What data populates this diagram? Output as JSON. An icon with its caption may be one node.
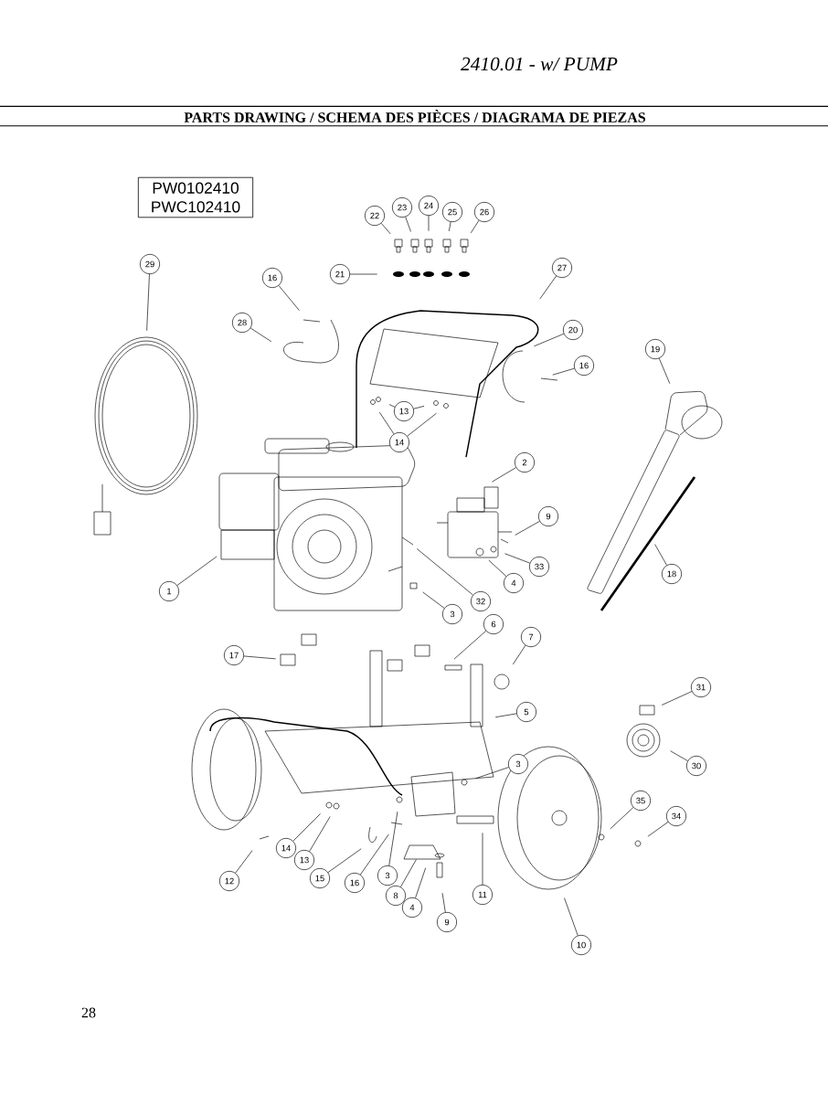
{
  "diagram": {
    "title": "PARTS DRAWING / SCHEMA DES PIÈCES / DIAGRAMA DE PIEZAS",
    "nodes": [
      {
        "text": [
          "PW0102410 PWC102410"
        ]
      },
      {
        "text": [
          "22"
        ]
      },
      {
        "text": [
          "23"
        ]
      },
      {
        "text": [
          "24"
        ]
      },
      {
        "text": [
          "25"
        ]
      },
      {
        "text": [
          "26"
        ]
      },
      {
        "text": [
          "29"
        ]
      },
      {
        "text": [
          "27"
        ]
      },
      {
        "text": [
          "21"
        ]
      },
      {
        "text": [
          "16"
        ]
      },
      {
        "text": [
          "28"
        ]
      },
      {
        "text": [
          "20"
        ]
      },
      {
        "text": [
          "19"
        ]
      },
      {
        "text": [
          "16"
        ]
      },
      {
        "text": [
          "13"
        ]
      },
      {
        "text": [
          "14"
        ]
      },
      {
        "text": [
          "2"
        ]
      },
      {
        "text": [
          "9"
        ]
      },
      {
        "text": [
          "33"
        ]
      },
      {
        "text": [
          "18"
        ]
      },
      {
        "text": [
          "4"
        ]
      },
      {
        "text": [
          "1"
        ]
      },
      {
        "text": [
          "32"
        ]
      },
      {
        "text": [
          "3"
        ]
      },
      {
        "text": [
          "6"
        ]
      },
      {
        "text": [
          "7"
        ]
      },
      {
        "text": [
          "17"
        ]
      },
      {
        "text": [
          "31"
        ]
      },
      {
        "text": [
          "5"
        ]
      },
      {
        "text": [
          "30"
        ]
      },
      {
        "text": [
          "3"
        ]
      },
      {
        "text": [
          "35"
        ]
      },
      {
        "text": [
          "34"
        ]
      },
      {
        "text": [
          "14"
        ]
      },
      {
        "text": [
          "13"
        ]
      },
      {
        "text": [
          "3"
        ]
      },
      {
        "text": [
          "15"
        ]
      },
      {
        "text": [
          "12"
        ]
      },
      {
        "text": [
          "16"
        ]
      },
      {
        "text": [
          "11"
        ]
      },
      {
        "text": [
          "8"
        ]
      },
      {
        "text": [
          "4"
        ]
      },
      {
        "text": [
          "9"
        ]
      },
      {
        "text": [
          "10"
        ]
      }
    ],
    "edges": [
      {
        "from": 1,
        "to": null,
        "arrow": "none"
      },
      {
        "from": 2,
        "to": null,
        "arrow": "none"
      },
      {
        "from": 3,
        "to": null,
        "arrow": "none"
      },
      {
        "from": 4,
        "to": null,
        "arrow": "none"
      },
      {
        "from": 5,
        "to": null,
        "arrow": "none"
      },
      {
        "from": 6,
        "to": null,
        "arrow": "none"
      },
      {
        "from": 7,
        "to": null,
        "arrow": "none"
      },
      {
        "from": 8,
        "to": null,
        "arrow": "none"
      },
      {
        "from": 9,
        "to": null,
        "arrow": "none"
      },
      {
        "from": 10,
        "to": null,
        "arrow": "none"
      },
      {
        "from": 11,
        "to": null,
        "arrow": "none"
      },
      {
        "from": 12,
        "to": null,
        "arrow": "none"
      },
      {
        "from": 13,
        "to": null,
        "arrow": "none"
      },
      {
        "from": 14,
        "to": null,
        "arrow": "none"
      },
      {
        "from": 14,
        "to": null,
        "arrow": "none"
      },
      {
        "from": 15,
        "to": null,
        "arrow": "none"
      },
      {
        "from": 15,
        "to": null,
        "arrow": "none"
      },
      {
        "from": 16,
        "to": null,
        "arrow": "none"
      },
      {
        "from": 17,
        "to": null,
        "arrow": "none"
      },
      {
        "from": 18,
        "to": null,
        "arrow": "none"
      },
      {
        "from": 19,
        "to": null,
        "arrow": "none"
      },
      {
        "from": 20,
        "to": null,
        "arrow": "none"
      },
      {
        "from": 21,
        "to": null,
        "arrow": "none"
      },
      {
        "from": 22,
        "to": null,
        "arrow": "none"
      },
      {
        "from": 23,
        "to": null,
        "arrow": "none"
      },
      {
        "from": 24,
        "to": null,
        "arrow": "none"
      },
      {
        "from": 25,
        "to": null,
        "arrow": "none"
      },
      {
        "from": 26,
        "to": null,
        "arrow": "none"
      },
      {
        "from": 27,
        "to": null,
        "arrow": "none"
      },
      {
        "from": 28,
        "to": null,
        "arrow": "none"
      },
      {
        "from": 29,
        "to": null,
        "arrow": "none"
      },
      {
        "from": 30,
        "to": null,
        "arrow": "none"
      },
      {
        "from": 31,
        "to": null,
        "arrow": "none"
      },
      {
        "from": 32,
        "to": null,
        "arrow": "none"
      },
      {
        "from": 33,
        "to": null,
        "arrow": "none"
      },
      {
        "from": 34,
        "to": null,
        "arrow": "none"
      },
      {
        "from": 35,
        "to": null,
        "arrow": "none"
      },
      {
        "from": 36,
        "to": null,
        "arrow": "none"
      },
      {
        "from": 37,
        "to": null,
        "arrow": "none"
      },
      {
        "from": 38,
        "to": null,
        "arrow": "none"
      },
      {
        "from": 39,
        "to": null,
        "arrow": "none"
      },
      {
        "from": 40,
        "to": null,
        "arrow": "none"
      },
      {
        "from": 41,
        "to": null,
        "arrow": "none"
      },
      {
        "from": 42,
        "to": null,
        "arrow": "none"
      },
      {
        "from": 43,
        "to": null,
        "arrow": "none"
      }
    ],
    "labels": [
      "2410.01 - w/ PUMP",
      "28"
    ]
  }
}
